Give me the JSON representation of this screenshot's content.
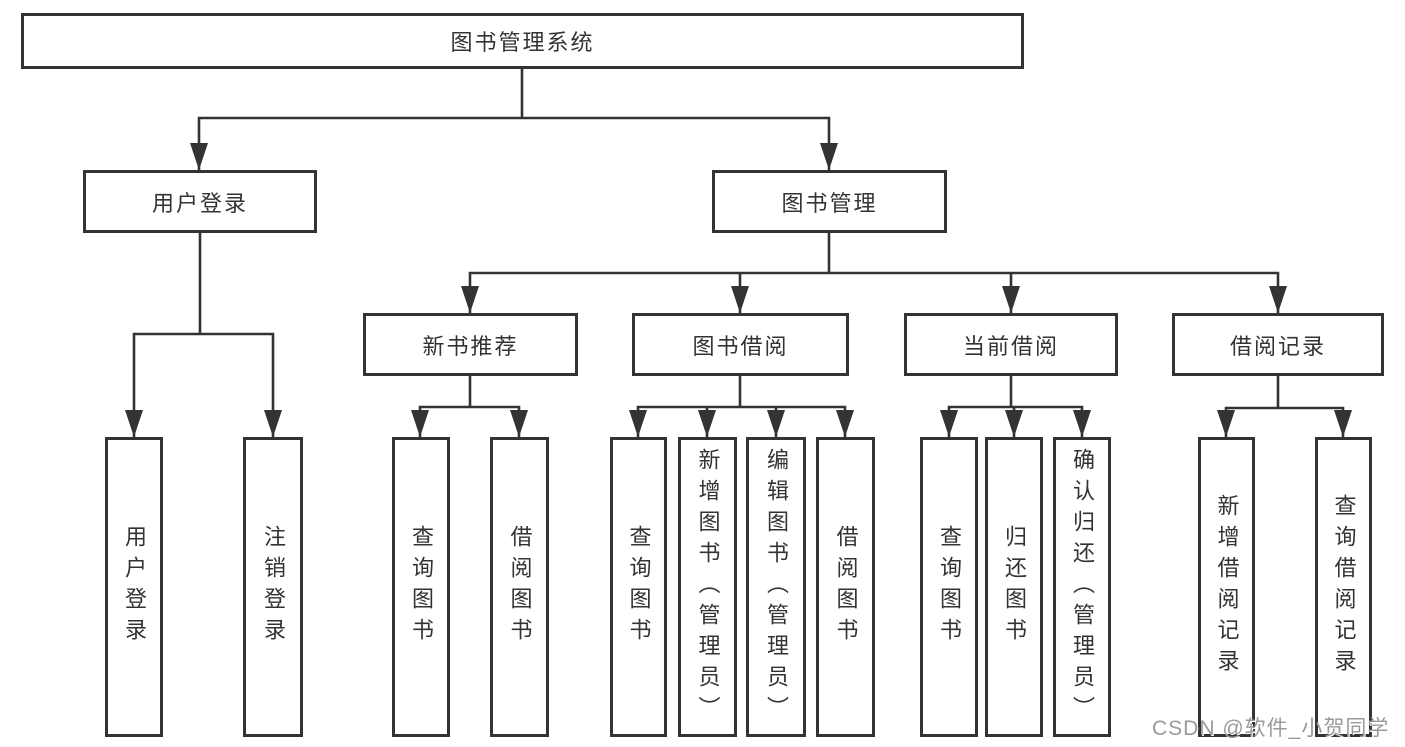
{
  "tree": {
    "label": "图书管理系统",
    "children": [
      {
        "label": "用户登录",
        "children": [
          {
            "label": "用户登录"
          },
          {
            "label": "注销登录"
          }
        ]
      },
      {
        "label": "图书管理",
        "children": [
          {
            "label": "新书推荐",
            "children": [
              {
                "label": "查询图书"
              },
              {
                "label": "借阅图书"
              }
            ]
          },
          {
            "label": "图书借阅",
            "children": [
              {
                "label": "查询图书"
              },
              {
                "label": "新增图书（管理员）"
              },
              {
                "label": "编辑图书（管理员）"
              },
              {
                "label": "借阅图书"
              }
            ]
          },
          {
            "label": "当前借阅",
            "children": [
              {
                "label": "查询图书"
              },
              {
                "label": "归还图书"
              },
              {
                "label": "确认归还（管理员）"
              }
            ]
          },
          {
            "label": "借阅记录",
            "children": [
              {
                "label": "新增借阅记录"
              },
              {
                "label": "查询借阅记录"
              }
            ]
          }
        ]
      }
    ]
  },
  "watermark": {
    "text": "CSDN @软件_小贺同学"
  },
  "colors": {
    "line": "#333333",
    "text": "#333333",
    "watermark": "#9a9a9a",
    "background": "#ffffff"
  }
}
